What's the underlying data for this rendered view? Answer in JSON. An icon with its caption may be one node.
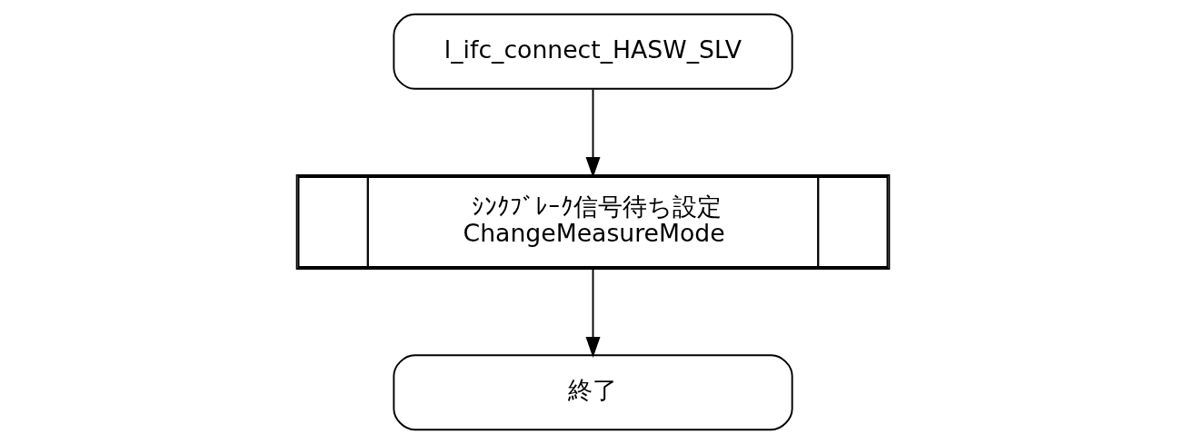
{
  "diagram": {
    "nodes": [
      {
        "text": [
          "l_ifc_connect_HASW_SLV"
        ]
      },
      {
        "text": [
          "ｼﾝｸﾌﾞﾚｰｸ信号待ち設定",
          "ChangeMeasureMode"
        ]
      },
      {
        "text": [
          "終了"
        ]
      }
    ],
    "edges": [
      {
        "from": 0,
        "to": 1,
        "arrow": "to"
      },
      {
        "from": 1,
        "to": 2,
        "arrow": "to"
      }
    ]
  }
}
